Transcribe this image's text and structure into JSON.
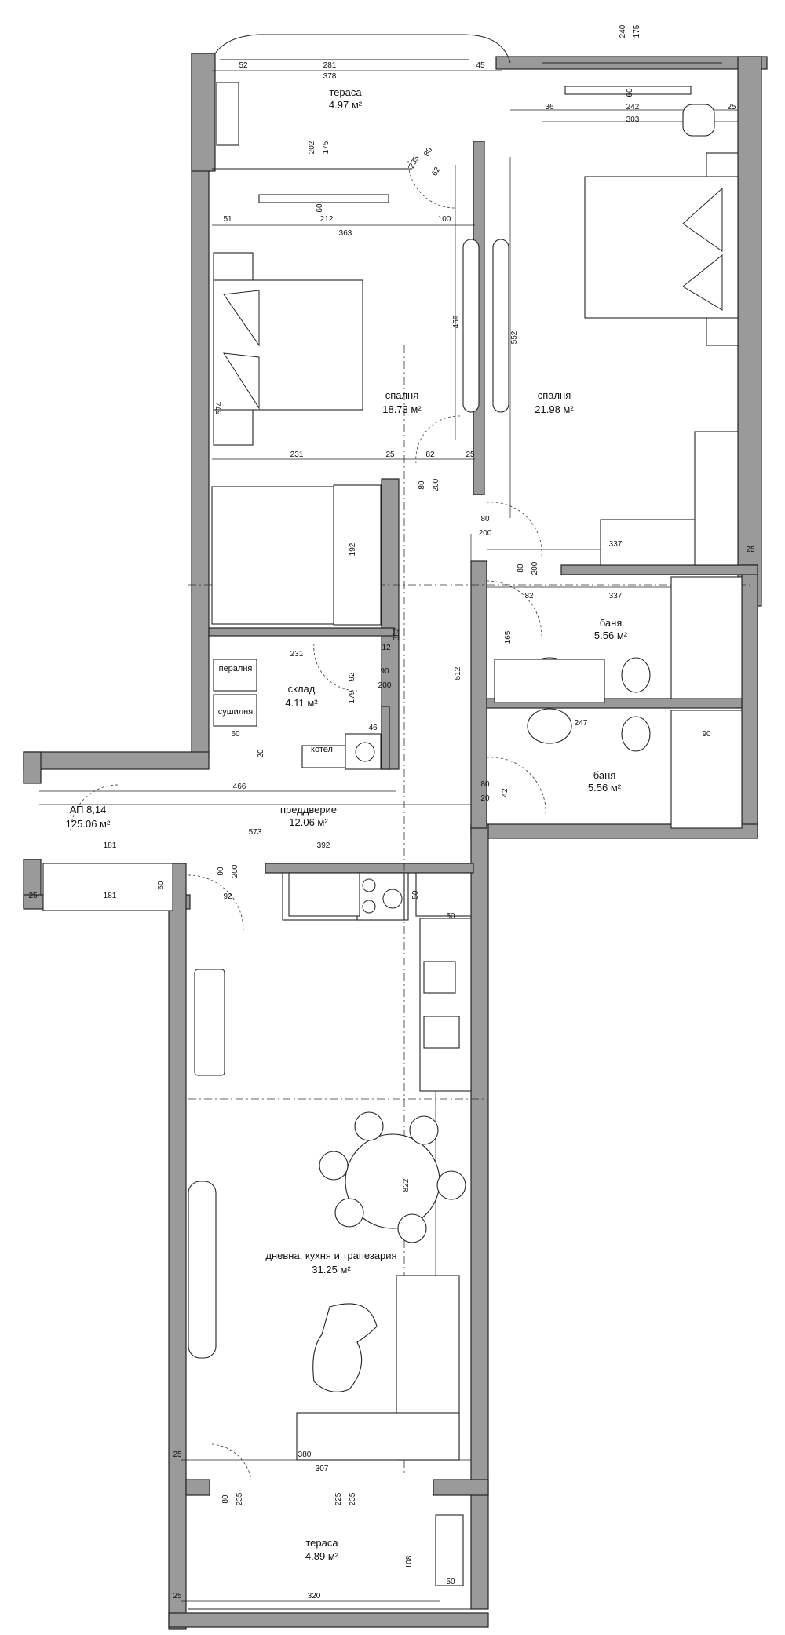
{
  "rooms": {
    "terrace_top": {
      "name": "тераса",
      "area": "4.97 м²"
    },
    "bedroom_left": {
      "name": "спалня",
      "area": "18.73 м²"
    },
    "bedroom_right": {
      "name": "спалня",
      "area": "21.98 м²"
    },
    "storage": {
      "name": "склад",
      "area": "4.11 м²"
    },
    "bath_1": {
      "name": "баня",
      "area": "5.56 м²"
    },
    "bath_2": {
      "name": "баня",
      "area": "5.56 м²"
    },
    "hall": {
      "name": "преддверие",
      "area": "12.06 м²"
    },
    "living": {
      "name": "дневна, кухня и трапезария",
      "area": "31.25 м²"
    },
    "terrace_bottom": {
      "name": "тераса",
      "area": "4.89 м²"
    }
  },
  "apartment": {
    "name": "АП 8,14",
    "area": "125.06 м²"
  },
  "labels": {
    "washer": "пералня",
    "dryer": "сушилня",
    "boiler": "котел"
  },
  "dimensions": {
    "d281": "281",
    "d52": "52",
    "d45": "45",
    "d378": "378",
    "d240": "240",
    "d175a": "175",
    "d60a": "60",
    "d242": "242",
    "d303": "303",
    "d36": "36",
    "d25a": "25",
    "d202": "202",
    "d175b": "175",
    "d60b": "60",
    "d212": "212",
    "d51": "51",
    "d100": "100",
    "d363": "363",
    "d80a": "80",
    "d235a": "235",
    "d62": "62",
    "d459": "459",
    "d552": "552",
    "d574": "574",
    "d231a": "231",
    "d25b": "25",
    "d82a": "82",
    "d25c": "25",
    "d80b": "80",
    "d200a": "200",
    "d80c": "80",
    "d200b": "200",
    "d192": "192",
    "d337a": "337",
    "d25d": "25",
    "d337b": "337",
    "d82b": "82",
    "d80d": "80",
    "d200c": "200",
    "d231b": "231",
    "d382": "382",
    "d90a": "90",
    "d200d": "200",
    "d12": "12",
    "d179": "179",
    "d92a": "92",
    "d60c": "60",
    "d46": "46",
    "d20a": "20",
    "d512": "512",
    "d165": "165",
    "d247": "247",
    "d90b": "90",
    "d466": "466",
    "d80e": "80",
    "d20b": "20",
    "d42": "42",
    "d573": "573",
    "d392": "392",
    "d181a": "181",
    "d181b": "181",
    "d25e": "25",
    "d60d": "60",
    "d90c": "90",
    "d200e": "200",
    "d92b": "92",
    "d50a": "50",
    "d50b": "50",
    "d822": "822",
    "d380": "380",
    "d307": "307",
    "d25f": "25",
    "d80f": "80",
    "d235b": "235",
    "d225": "225",
    "d235c": "235",
    "d108": "108",
    "d320": "320",
    "d50c": "50",
    "d25g": "25"
  }
}
